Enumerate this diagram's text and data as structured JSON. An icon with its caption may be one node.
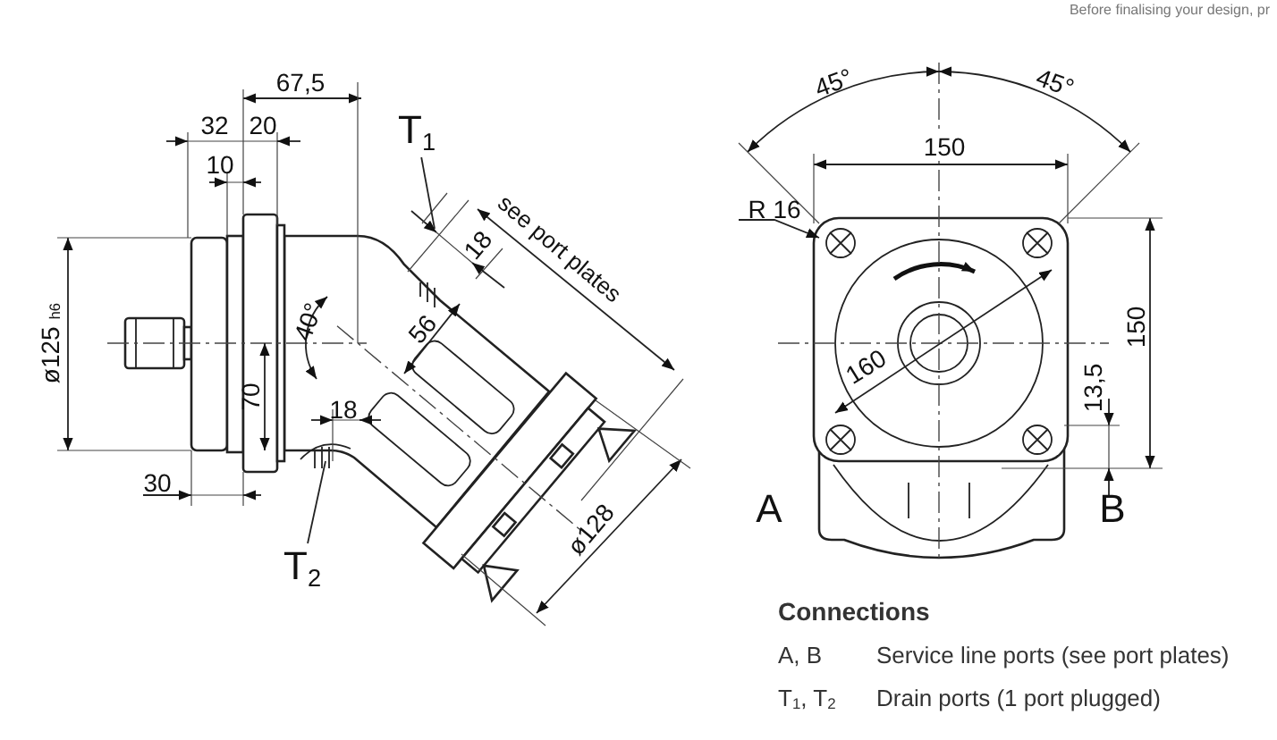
{
  "diagram": {
    "nodes": [
      {
        "text": [
          "T$_{1}$"
        ]
      },
      {
        "text": [
          "T$_{2}$"
        ]
      }
    ],
    "edges": [
      {
        "from": 0,
        "to": null,
        "arrow": "none"
      },
      {
        "from": 1,
        "to": null,
        "arrow": "none"
      }
    ],
    "labels": [
      "Before finalising your design, pr",
      "67,5",
      "32",
      "20",
      "10",
      "ø125 $_{h6}$",
      "70",
      "40°",
      "56",
      "18",
      "see port plates",
      "18",
      "30",
      "ø128",
      "45°",
      "45°",
      "150",
      "R 16",
      "160",
      "150",
      "13,5",
      "A",
      "B",
      "Connections",
      "A, B",
      "Service line ports (see port plates)",
      "T$_{1}$, T$_{2}$",
      "Drain ports (1 port plugged)"
    ]
  }
}
